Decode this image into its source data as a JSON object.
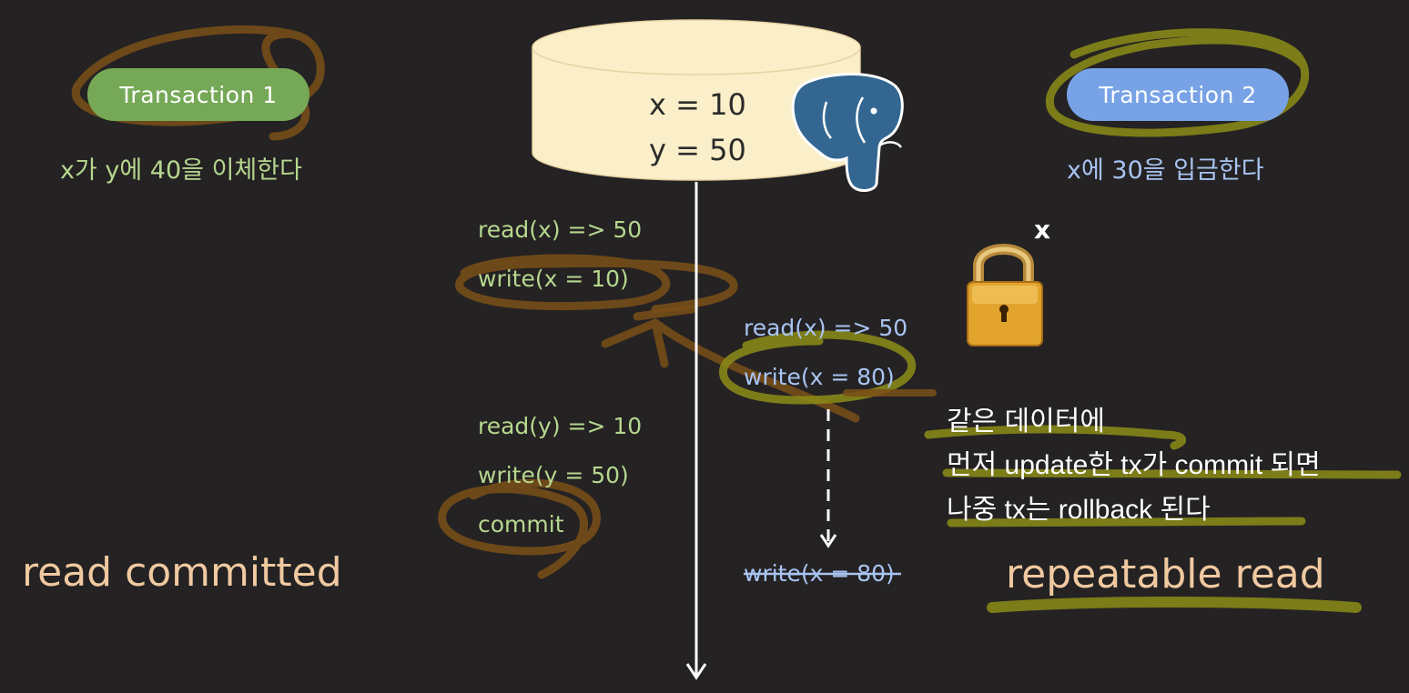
{
  "transaction1": {
    "label": "Transaction 1",
    "description": "x가 y에 40을 이체한다",
    "ops": [
      "read(x) => 50",
      "write(x = 10)",
      "read(y) => 10",
      "write(y = 50)",
      "commit"
    ],
    "pill_color": "#76a957"
  },
  "transaction2": {
    "label": "Transaction 2",
    "description": "x에 30을 입금한다",
    "ops": [
      "read(x) => 50",
      "write(x = 80)",
      "write(x = 80)"
    ],
    "pill_color": "#78a2e6"
  },
  "database": {
    "line1": "x = 10",
    "line2": "y = 50",
    "icon": "postgres-elephant-icon",
    "color": "#fbefc9"
  },
  "lock": {
    "icon": "padlock-icon",
    "label": "x"
  },
  "note": {
    "line1": "같은 데이터에",
    "line2": "먼저 update한 tx가 commit 되면",
    "line3": "나중 tx는 rollback 된다"
  },
  "labels": {
    "left": "read committed",
    "right": "repeatable read"
  },
  "annotation_colors": {
    "brown": "#8a5a1e",
    "olive": "#9a9a1e"
  }
}
